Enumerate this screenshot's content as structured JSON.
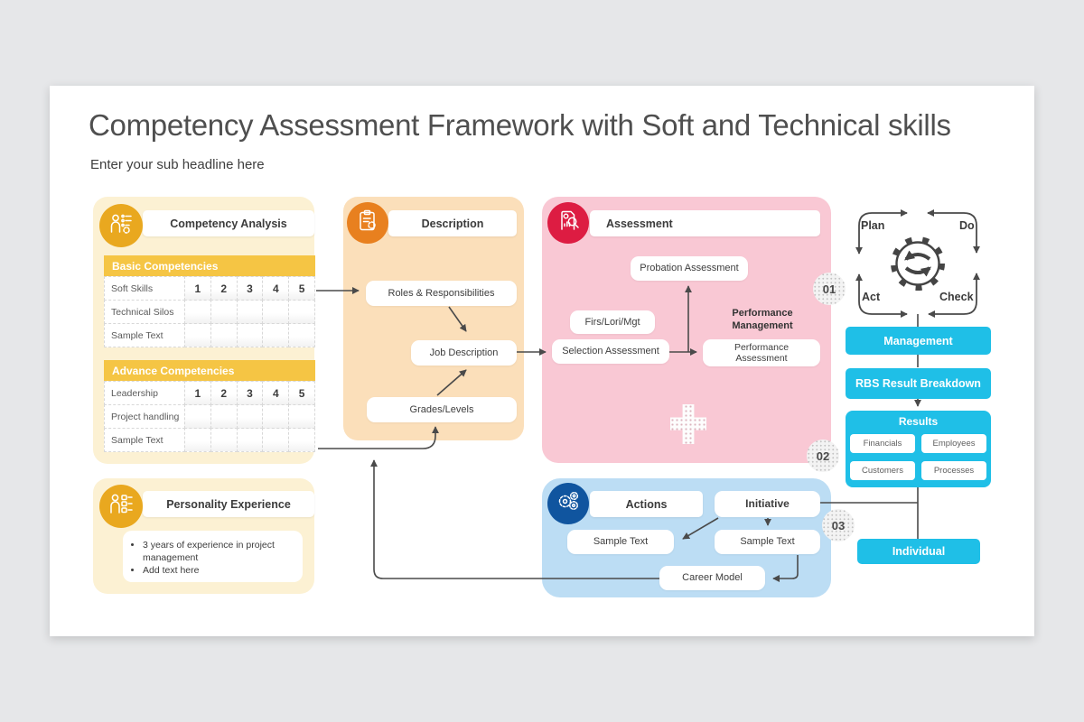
{
  "title": "Competency Assessment Framework with Soft and Technical skills",
  "subtitle": "Enter your sub headline here",
  "competency": {
    "title": "Competency Analysis",
    "basic_header": "Basic Competencies",
    "basic_rows": [
      {
        "label": "Soft Skills",
        "c1": "1",
        "c2": "2",
        "c3": "3",
        "c4": "4",
        "c5": "5"
      },
      {
        "label": "Technical Silos",
        "c1": "",
        "c2": "",
        "c3": "",
        "c4": "",
        "c5": ""
      },
      {
        "label": "Sample Text",
        "c1": "",
        "c2": "",
        "c3": "",
        "c4": "",
        "c5": ""
      }
    ],
    "advance_header": "Advance Competencies",
    "advance_rows": [
      {
        "label": "Leadership",
        "c1": "1",
        "c2": "2",
        "c3": "3",
        "c4": "4",
        "c5": "5"
      },
      {
        "label": "Project handling",
        "c1": "",
        "c2": "",
        "c3": "",
        "c4": "",
        "c5": ""
      },
      {
        "label": "Sample Text",
        "c1": "",
        "c2": "",
        "c3": "",
        "c4": "",
        "c5": ""
      }
    ]
  },
  "personality": {
    "title": "Personality Experience",
    "bullets": [
      "3 years of experience in project management",
      "Add text here"
    ]
  },
  "description": {
    "title": "Description",
    "roles": "Roles & Responsibilities",
    "job": "Job Description",
    "grades": "Grades/Levels"
  },
  "assessment": {
    "title": "Assessment",
    "probation": "Probation Assessment",
    "firs": "Firs/Lori/Mgt",
    "selection": "Selection Assessment",
    "perf_label": "Performance Management",
    "perf_box": "Performance Assessment"
  },
  "actions": {
    "title": "Actions",
    "initiative": "Initiative",
    "sample_left": "Sample Text",
    "sample_right": "Sample Text",
    "career": "Career Model"
  },
  "pdca": {
    "plan": "Plan",
    "do": "Do",
    "act": "Act",
    "check": "Check"
  },
  "right_column": {
    "management": "Management",
    "rbs": "RBS Result Breakdown",
    "results": "Results",
    "items": [
      "Financials",
      "Employees",
      "Customers",
      "Processes"
    ],
    "individual": "Individual"
  },
  "badges": [
    "01",
    "02",
    "03"
  ],
  "icons": {
    "competency": "person-checklist-gear-icon",
    "personality": "person-checklist-icon",
    "description": "clipboard-gear-icon",
    "assessment": "document-magnifier-icon",
    "actions": "gears-icon",
    "center": "gear-cycle-icon"
  },
  "colors": {
    "panel_yellow": "#FCF1D3",
    "panel_peach": "#FBDFBA",
    "panel_pink": "#F9C8D4",
    "panel_blue": "#BCDDF4",
    "circle_yellow": "#E9A81F",
    "circle_orange": "#E8801F",
    "circle_red": "#DD1C42",
    "circle_blue": "#10559F",
    "cyan": "#1FBFE7",
    "table_gold": "#F5C544",
    "line": "#4A4A4A"
  }
}
